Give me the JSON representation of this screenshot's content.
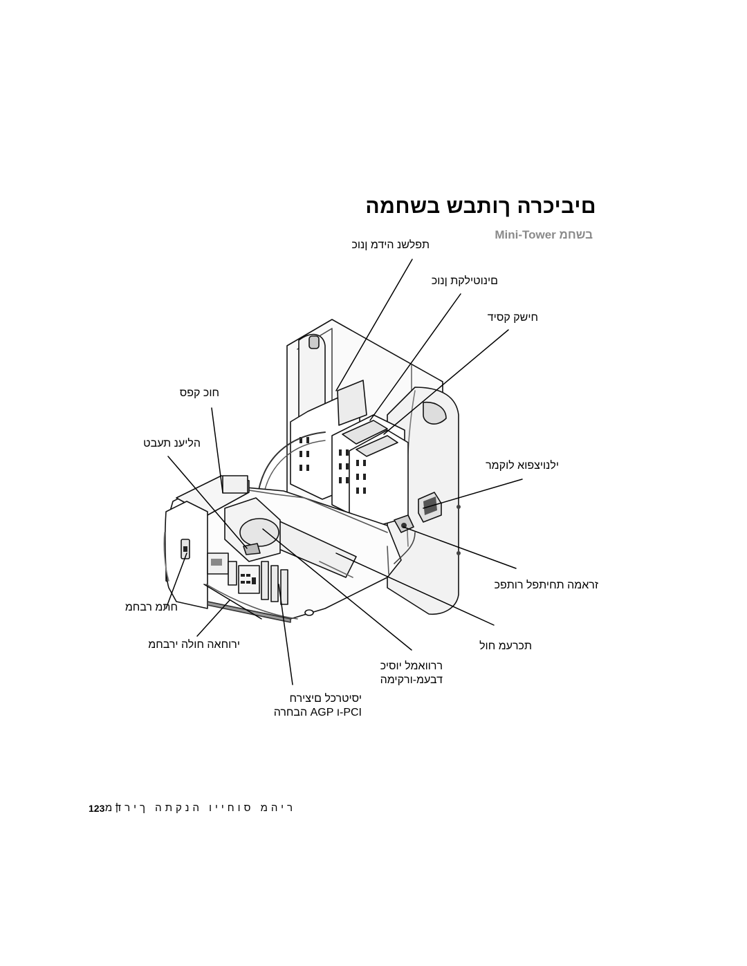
{
  "page": {
    "title": "םיביכרה ךותבש בשחמה",
    "subtitle": "Mini-Tower בשחמ",
    "labels": {
      "optical_drive_bay": "תפלשנ הידמ ןנוכ",
      "floppy_drive_bay": "םינוטילקת ןנוכ",
      "hard_drive": "חישק קסיד",
      "power_supply": "חוכ קפס",
      "padlock_ring": "הליענ תעבט",
      "speaker": "ילנויצפוא לוקמר",
      "front_panel_connector": "זראמה תחיתפל רותפכ",
      "voltage_switch": "חתמ רבחמ",
      "back_panel_connectors": "ירוחאה חולה ירבחמ",
      "system_board": "תכרעמ חול",
      "heat_sink": "ררוואמל יוסיכ",
      "heat_sink_line2": "דבעמ-ורקימה",
      "cards_line1": "יסיטרכל םיצירח",
      "cards_line2": "PCI-ו AGP הבחרה"
    },
    "footer": {
      "page_number": "123",
      "separator": "|",
      "text": "ריהמ סוחייו הנקתה ךירדמ"
    }
  }
}
